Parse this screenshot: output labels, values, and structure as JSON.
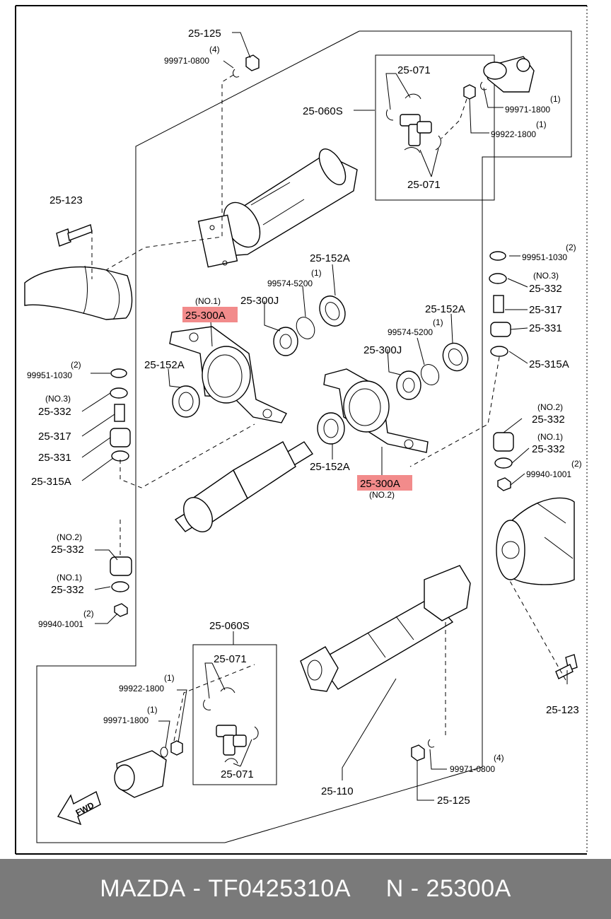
{
  "diagram": {
    "fwd_label": "FWD",
    "labels": {
      "nut_top": "25-125",
      "washer_top_qty": "(4)",
      "washer_top": "99971-0800",
      "bolt_left": "25-123",
      "joint_set_top": "25-060S",
      "cross_top_a": "25-071",
      "cross_top_b": "25-071",
      "washer_tr_qty": "(1)",
      "washer_tr": "99971-1800",
      "nut_tr_qty": "(1)",
      "nut_tr": "99922-1800",
      "bearing_tc": "25-152A",
      "snap_tc_qty": "(1)",
      "snap_tc": "99574-5200",
      "seal_tc": "25-300J",
      "support_no1_tag": "(NO.1)",
      "support_no1": "25-300A",
      "bearing_left": "25-152A",
      "bearing_right": "25-152A",
      "snap_right_qty": "(1)",
      "snap_right": "99574-5200",
      "seal_right": "25-300J",
      "bearing_lower": "25-152A",
      "support_no2": "25-300A",
      "support_no2_tag": "(NO.2)",
      "l_washer_qty": "(2)",
      "l_washer": "99951-1030",
      "l_ins_no3": "(NO.3)",
      "l_ins": "25-332",
      "l_collar": "25-317",
      "l_rubber": "25-331",
      "l_plate": "25-315A",
      "r_washer_qty": "(2)",
      "r_washer": "99951-1030",
      "r_ins_no3": "(NO.3)",
      "r_ins": "25-332",
      "r_collar": "25-317",
      "r_rubber": "25-331",
      "r_plate": "25-315A",
      "r_ins2_no2": "(NO.2)",
      "r_ins2": "25-332",
      "r_ins1_no1": "(NO.1)",
      "r_ins1": "25-332",
      "r_nut_qty": "(2)",
      "r_nut": "99940-1001",
      "l2_ins2_no2": "(NO.2)",
      "l2_ins2": "25-332",
      "l2_ins1_no1": "(NO.1)",
      "l2_ins1": "25-332",
      "l2_nut_qty": "(2)",
      "l2_nut": "99940-1001",
      "joint_set_bottom": "25-060S",
      "cross_bot_a": "25-071",
      "cross_bot_b": "25-071",
      "nut_bl_qty": "(1)",
      "nut_bl": "99922-1800",
      "washer_bl_qty": "(1)",
      "washer_bl": "99971-1800",
      "bolt_right": "25-123",
      "washer_br_qty": "(4)",
      "washer_br": "99971-0800",
      "nut_br": "25-125",
      "shaft": "25-110"
    }
  },
  "footer": {
    "brand": "MAZDA",
    "separator": " - ",
    "part_number": "TF0425310A",
    "gap": "     ",
    "ref_number": "N - 25300A"
  },
  "colors": {
    "highlight": "#f28b8b",
    "footer_bg": "#7a7a7a",
    "footer_text": "#ffffff"
  }
}
